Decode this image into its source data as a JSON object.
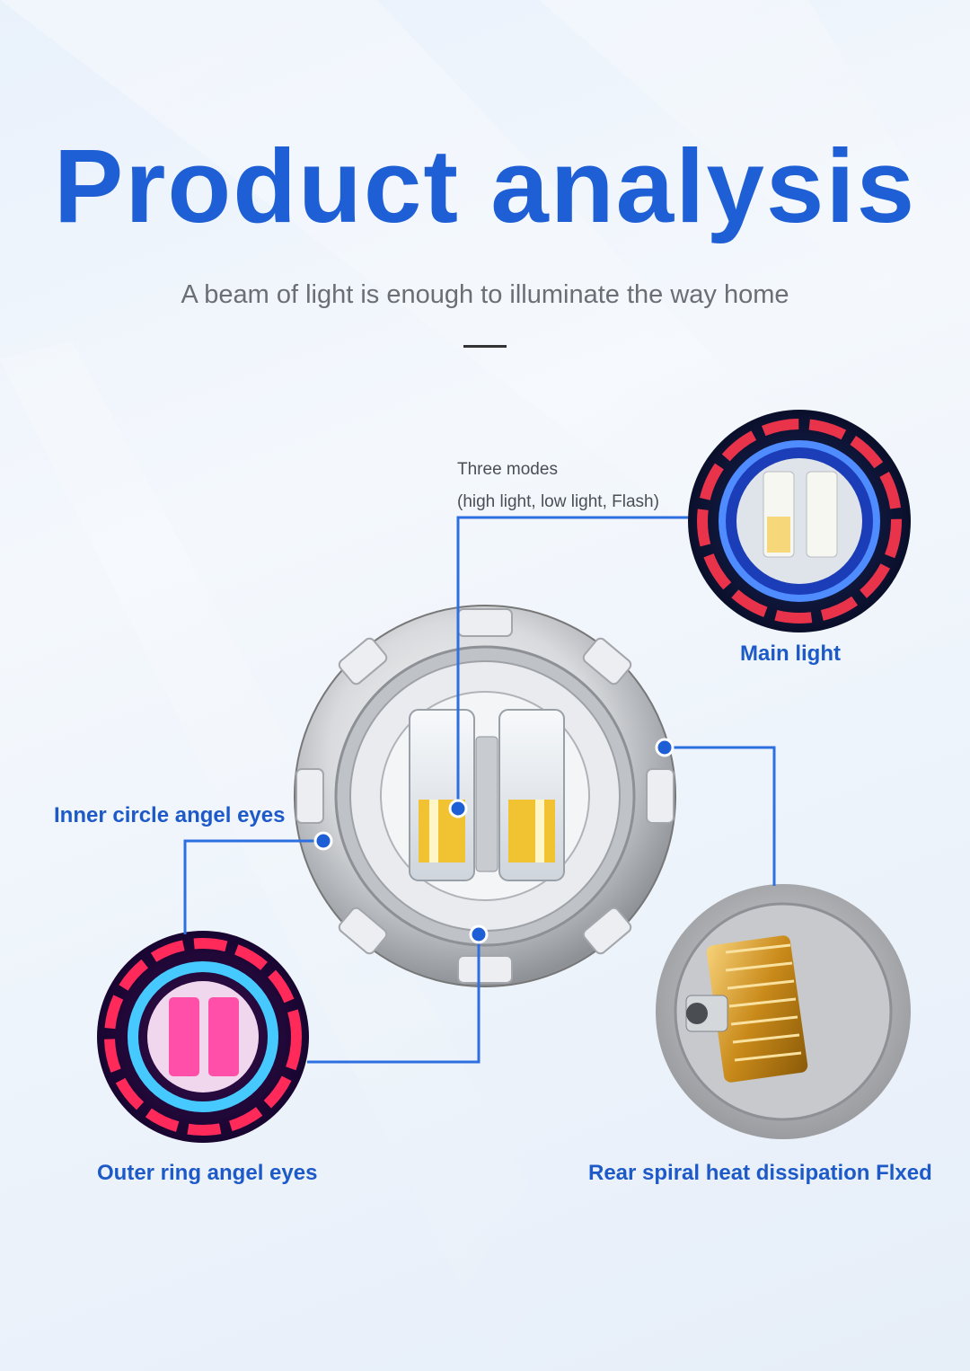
{
  "header": {
    "title": "Product analysis",
    "subtitle": "A beam of light is enough to illuminate the way home"
  },
  "callouts": {
    "modes_line1": "Three modes",
    "modes_line2": "(high light, low light, Flash)",
    "main_light": "Main light",
    "inner_circle": "Inner circle angel eyes",
    "outer_ring": "Outer ring angel eyes",
    "rear_spiral": "Rear spiral heat dissipation Flxed"
  },
  "colors": {
    "title_blue": "#1f5fd6",
    "label_blue": "#1d5ac8",
    "connector": "#2d6fe0"
  }
}
